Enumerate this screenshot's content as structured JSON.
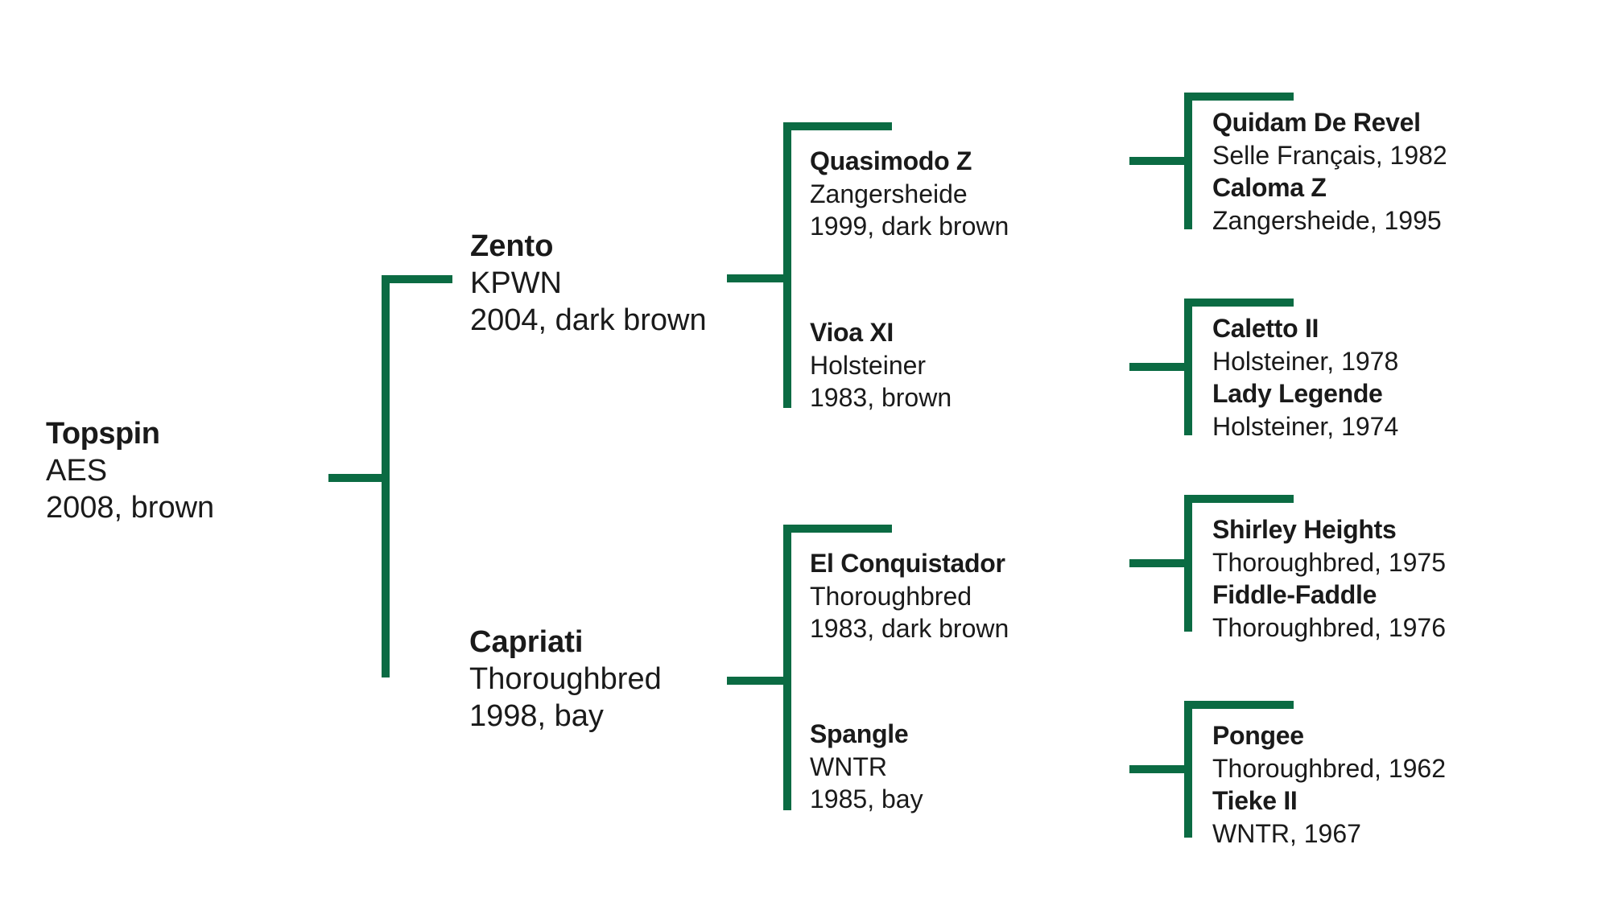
{
  "colors": {
    "accent": "#0b6b43",
    "text": "#1a1a1a",
    "background": "#ffffff"
  },
  "pedigree": {
    "subject": {
      "name": "Topspin",
      "line1": "AES",
      "line2": "2008, brown"
    },
    "sire": {
      "name": "Zento",
      "line1": "KPWN",
      "line2": "2004, dark brown"
    },
    "dam": {
      "name": "Capriati",
      "line1": "Thoroughbred",
      "line2": "1998, bay"
    },
    "grandparents": [
      {
        "name": "Quasimodo Z",
        "line1": "Zangersheide",
        "line2": "1999, dark brown"
      },
      {
        "name": "Vioa XI",
        "line1": "Holsteiner",
        "line2": "1983, brown"
      },
      {
        "name": "El Conquistador",
        "line1": "Thoroughbred",
        "line2": "1983, dark brown"
      },
      {
        "name": "Spangle",
        "line1": "WNTR",
        "line2": "1985, bay"
      }
    ],
    "great_grandparents": [
      {
        "sire": {
          "name": "Quidam De Revel",
          "info": "Selle Français, 1982"
        },
        "dam": {
          "name": "Caloma Z",
          "info": "Zangersheide, 1995"
        }
      },
      {
        "sire": {
          "name": "Caletto II",
          "info": "Holsteiner, 1978"
        },
        "dam": {
          "name": "Lady Legende",
          "info": "Holsteiner, 1974"
        }
      },
      {
        "sire": {
          "name": "Shirley Heights",
          "info": "Thoroughbred, 1975"
        },
        "dam": {
          "name": "Fiddle-Faddle",
          "info": "Thoroughbred, 1976"
        }
      },
      {
        "sire": {
          "name": "Pongee",
          "info": "Thoroughbred, 1962"
        },
        "dam": {
          "name": "Tieke II",
          "info": "WNTR, 1967"
        }
      }
    ]
  }
}
